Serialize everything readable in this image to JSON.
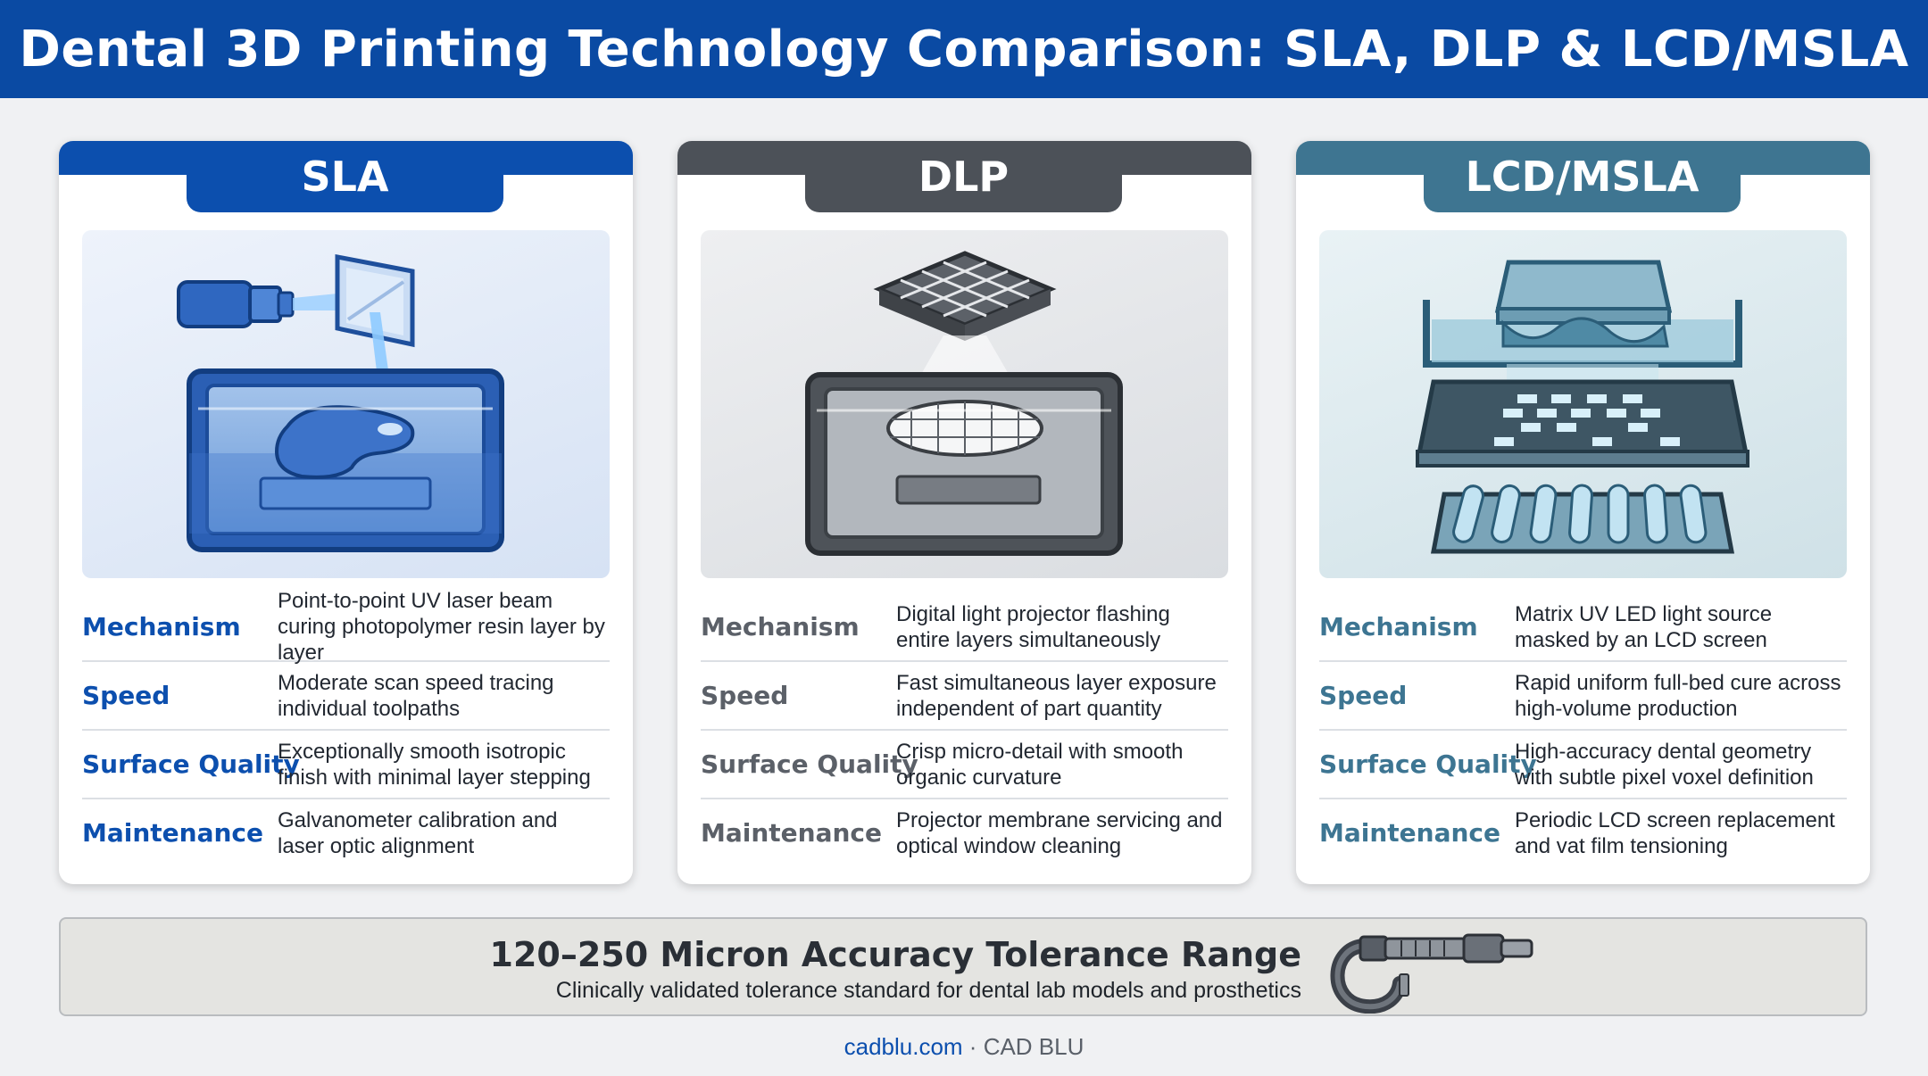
{
  "header": {
    "title": "Dental 3D Printing Technology Comparison: SLA, DLP & LCD/MSLA"
  },
  "colors": {
    "sla": "#0c4fae",
    "dlp": "#4c5158",
    "lcd": "#3e7591",
    "header": "#0a4aa3"
  },
  "cards": [
    {
      "name": "SLA",
      "icon": "laser-vat-icon",
      "properties": [
        {
          "label": "Mechanism",
          "text": "Point-to-point UV laser beam curing photopolymer resin layer by layer"
        },
        {
          "label": "Speed",
          "text": "Moderate scan speed tracing individual toolpaths"
        },
        {
          "label": "Surface Quality",
          "text": "Exceptionally smooth isotropic finish with minimal layer stepping"
        },
        {
          "label": "Maintenance",
          "text": "Galvanometer calibration and laser optic alignment"
        }
      ]
    },
    {
      "name": "DLP",
      "icon": "projector-vat-icon",
      "properties": [
        {
          "label": "Mechanism",
          "text": "Digital light projector flashing entire layers simultaneously"
        },
        {
          "label": "Speed",
          "text": "Fast simultaneous layer exposure independent of part quantity"
        },
        {
          "label": "Surface Quality",
          "text": "Crisp micro-detail with smooth organic curvature"
        },
        {
          "label": "Maintenance",
          "text": "Projector membrane servicing and optical window cleaning"
        }
      ]
    },
    {
      "name": "LCD/MSLA",
      "icon": "lcd-mask-vat-icon",
      "properties": [
        {
          "label": "Mechanism",
          "text": "Matrix UV LED light source masked by an LCD screen"
        },
        {
          "label": "Speed",
          "text": "Rapid uniform full-bed cure across high-volume production"
        },
        {
          "label": "Surface Quality",
          "text": "High-accuracy dental geometry with subtle pixel voxel definition"
        },
        {
          "label": "Maintenance",
          "text": "Periodic LCD screen replacement and vat film tensioning"
        }
      ]
    }
  ],
  "footer": {
    "title": "120–250 Micron Accuracy Tolerance Range",
    "subtitle": "Clinically validated tolerance standard for dental lab models and prosthetics",
    "icon": "micrometer-icon"
  },
  "credit": {
    "site": "cadblu.com",
    "separator": " · ",
    "brand": "CAD BLU"
  }
}
